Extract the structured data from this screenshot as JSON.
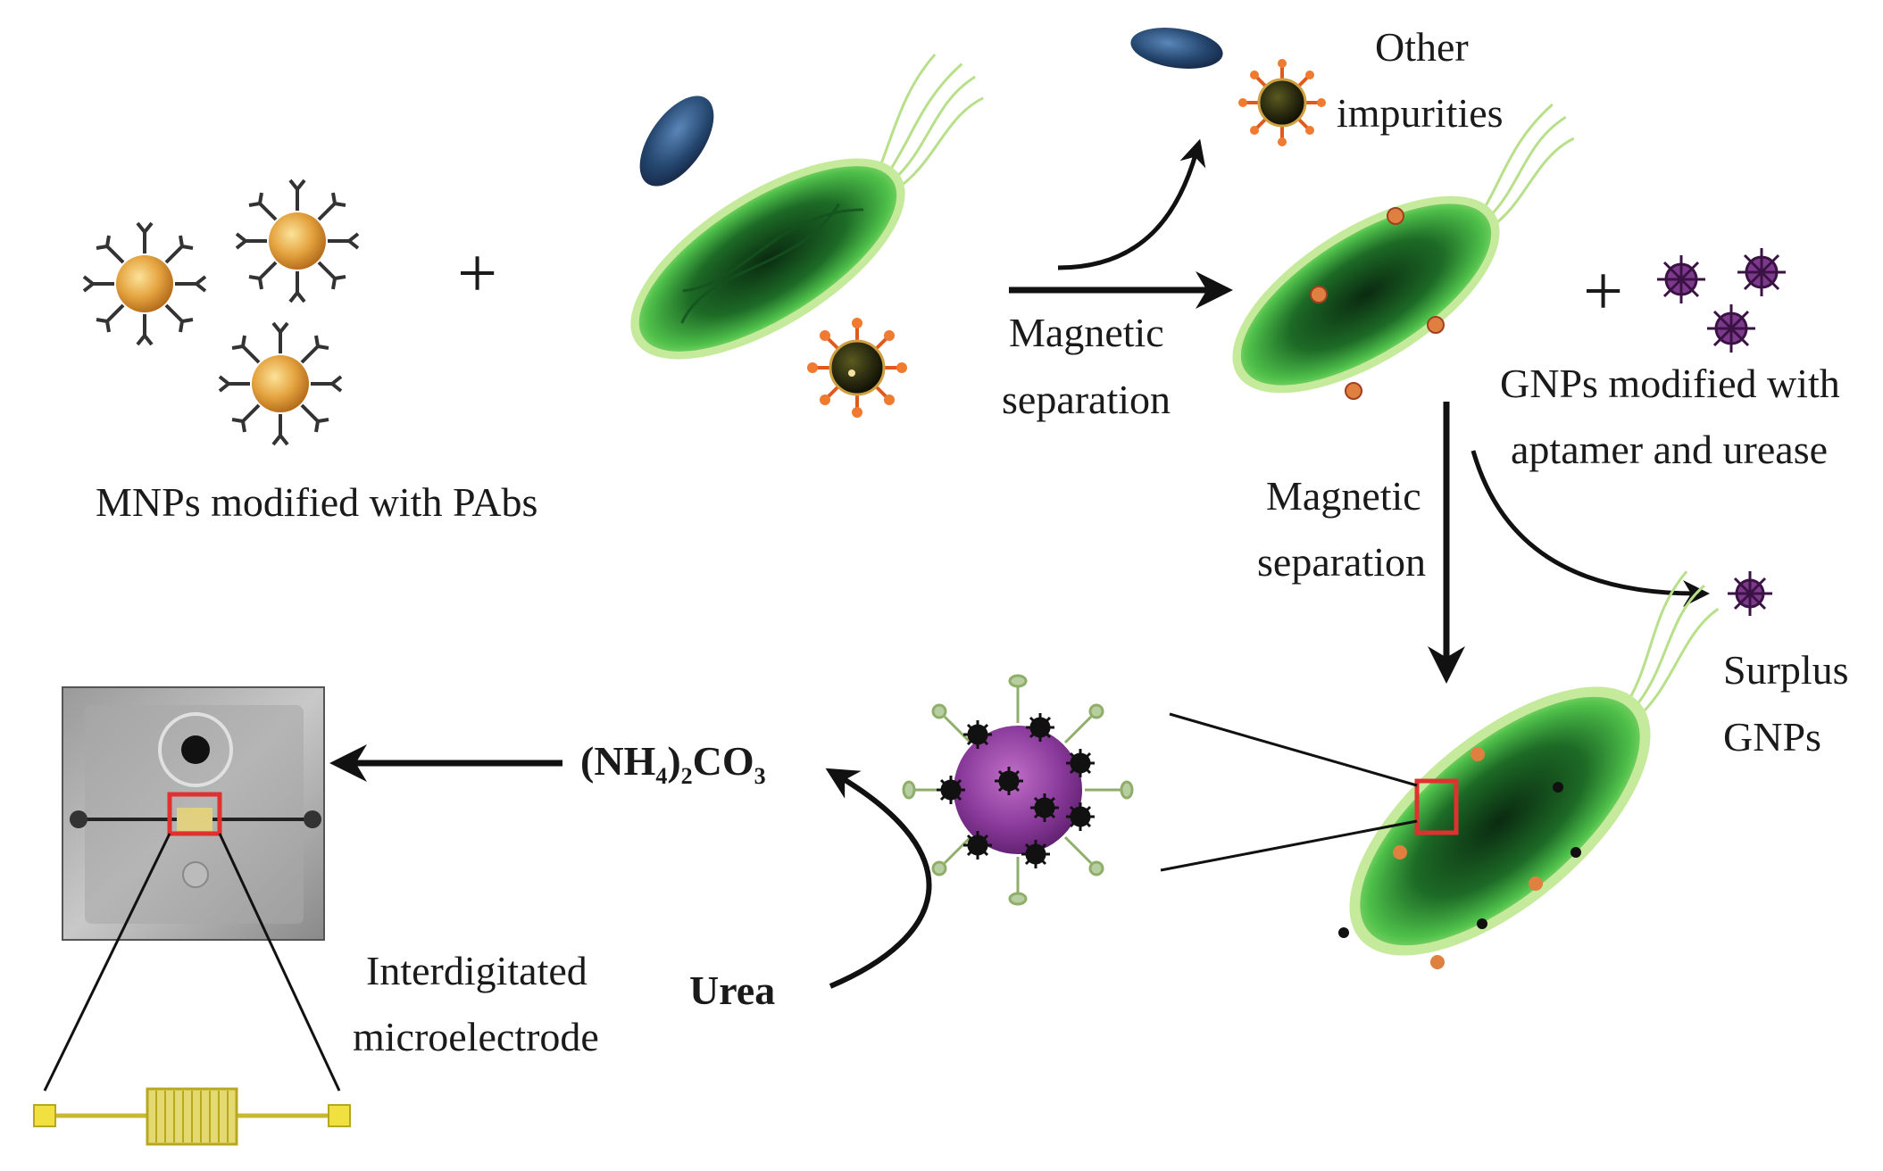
{
  "labels": {
    "mnps": "MNPs modified with PAbs",
    "other": "Other",
    "impurities": "impurities",
    "magnetic_1": "Magnetic",
    "separation_1": "separation",
    "gnps_line1": "GNPs modified with",
    "gnps_line2": "aptamer and urease",
    "magnetic_2": "Magnetic",
    "separation_2": "separation",
    "surplus": "Surplus",
    "surplus_gnps": "GNPs",
    "nh4_open": "(NH",
    "nh4_sub4": "4",
    "nh4_close": ")",
    "nh4_sub2": "2",
    "nh4_co": "CO",
    "nh4_sub3": "3",
    "urea": "Urea",
    "interdigitated": "Interdigitated",
    "microelectrode": "microelectrode"
  },
  "plus_sign": "+",
  "colors": {
    "mnp_gold": "#e0a040",
    "bacteria_green": "#3cb43c",
    "bacteria_dark": "#0f3d18",
    "cilia": "#b8e08a",
    "gnp_purple": "#7d3a8c",
    "impurity_blue": "#2a4f80",
    "highlight_red": "#e03030",
    "electrode_yellow": "#e8e040",
    "arrow": "#111111"
  }
}
